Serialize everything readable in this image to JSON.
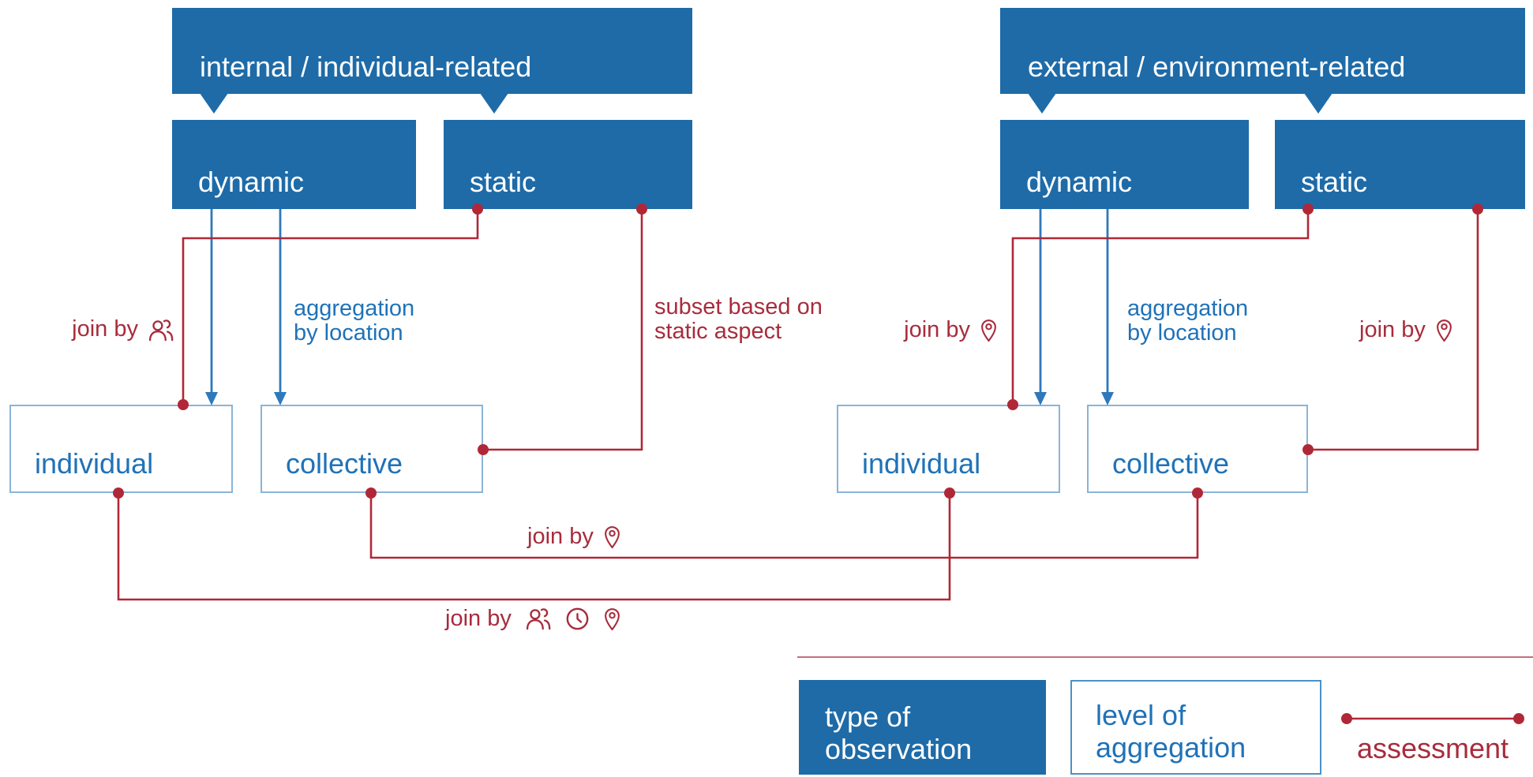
{
  "palette": {
    "blue-fill": "#1E6BA8",
    "blue-arrow": "#2E79BC",
    "blue-text": "#1F72B8",
    "light-border": "#8AB4D9",
    "legend-border": "#4E90C4",
    "crimson": "#B02838",
    "crimson-text": "#A82C3C",
    "divider": "#C4707C"
  },
  "left_section": {
    "header": "internal / individual-related",
    "type_boxes": {
      "dynamic": "dynamic",
      "static": "static"
    },
    "level_boxes": {
      "individual": "individual",
      "collective": "collective"
    },
    "annotations": {
      "join_by_person": {
        "text": "join by",
        "icons": [
          "people-icon"
        ]
      },
      "aggregation": {
        "line1": "aggregation",
        "line2": "by location"
      },
      "subset": {
        "line1": "subset based on",
        "line2": "static aspect"
      }
    }
  },
  "right_section": {
    "header": "external / environment-related",
    "type_boxes": {
      "dynamic": "dynamic",
      "static": "static"
    },
    "level_boxes": {
      "individual": "individual",
      "collective": "collective"
    },
    "annotations": {
      "join_by_location_mid": {
        "text": "join by",
        "icons": [
          "location-pin-icon"
        ]
      },
      "aggregation": {
        "line1": "aggregation",
        "line2": "by location"
      },
      "join_by_location_far": {
        "text": "join by",
        "icons": [
          "location-pin-icon"
        ]
      }
    }
  },
  "cross_connections": {
    "join_by_location": {
      "text": "join by",
      "icons": [
        "location-pin-icon"
      ]
    },
    "join_by_all": {
      "text": "join by",
      "icons": [
        "people-icon",
        "clock-icon",
        "location-pin-icon"
      ]
    }
  },
  "legend": {
    "type_of_observation": {
      "line1": "type of",
      "line2": "observation"
    },
    "level_of_aggregation": {
      "line1": "level of",
      "line2": "aggregation"
    },
    "assessment": "assessment"
  }
}
